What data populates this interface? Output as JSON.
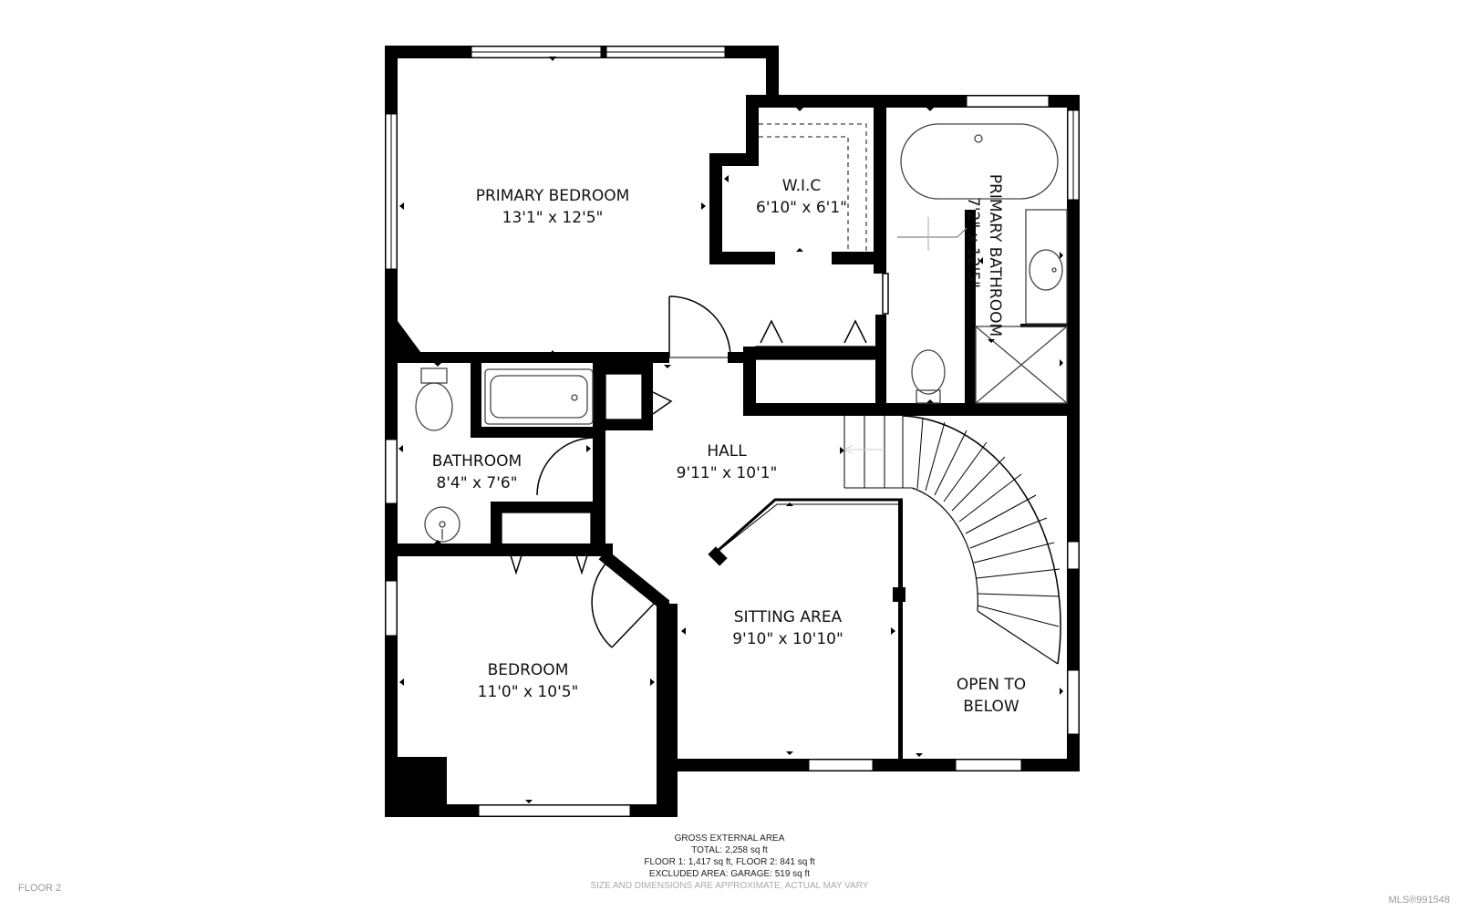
{
  "rooms": {
    "primary_bedroom": {
      "name": "PRIMARY BEDROOM",
      "size": "13'1\" x 12'5\""
    },
    "wic": {
      "name": "W.I.C",
      "size": "6'10\" x 6'1\""
    },
    "primary_bathroom": {
      "name": "PRIMARY BATHROOM",
      "size": "7'2\" x 12'5\""
    },
    "bathroom": {
      "name": "BATHROOM",
      "size": "8'4\" x 7'6\""
    },
    "hall": {
      "name": "HALL",
      "size": "9'11\" x 10'1\""
    },
    "sitting_area": {
      "name": "SITTING AREA",
      "size": "9'10\" x 10'10\""
    },
    "bedroom": {
      "name": "BEDROOM",
      "size": "11'0\" x 10'5\""
    },
    "open_to_below": {
      "line1": "OPEN TO",
      "line2": "BELOW"
    }
  },
  "footer": {
    "heading": "GROSS EXTERNAL AREA",
    "total": "TOTAL: 2,258 sq ft",
    "floors": "FLOOR 1: 1,417 sq ft, FLOOR 2: 841 sq ft",
    "excluded": "EXCLUDED AREA: GARAGE: 519 sq ft",
    "disclaimer": "SIZE AND DIMENSIONS ARE APPROXIMATE, ACTUAL MAY VARY"
  },
  "floor_label": "FLOOR 2",
  "mls_label": "MLS®991548",
  "colors": {
    "wall": "#000000",
    "fixture": "#444444",
    "background": "#ffffff"
  }
}
